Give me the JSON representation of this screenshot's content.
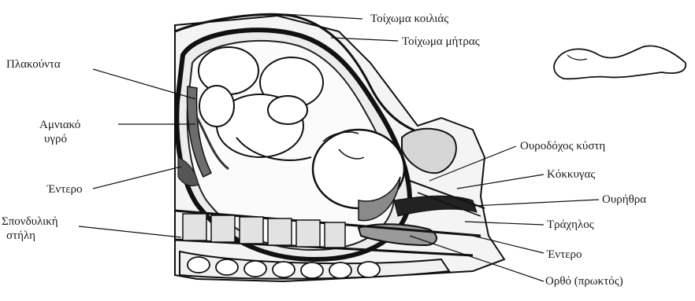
{
  "labels": {
    "abdominal_wall": "Τοίχωμα κοιλιάς",
    "uterine_wall": "Τοίχωμα μήτρας",
    "placenta": "Πλακούντα",
    "amniotic_fluid_1": "Αμνιακό",
    "amniotic_fluid_2": "υγρό",
    "intestine_left": "Έντερο",
    "spine_1": "Σπονδυλική",
    "spine_2": "στήλη",
    "bladder": "Ουροδόχος κύστη",
    "pubic_bone": "Κόκκυγας",
    "urethra": "Ουρήθρα",
    "cervix": "Τράχηλος",
    "intestine_right": "Έντερο",
    "rectum": "Ορθό (πρωκτός)"
  }
}
